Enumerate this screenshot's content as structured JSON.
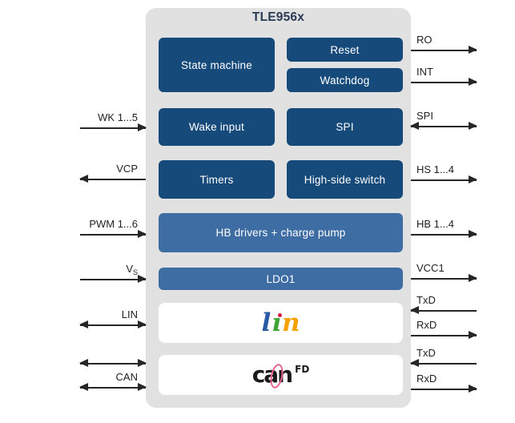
{
  "diagram": {
    "title": "TLE956x",
    "colors": {
      "chip_background": "#e2e1e1",
      "block_dark_blue": "#164a7b",
      "block_medium_blue": "#3e6da4",
      "block_text": "#ffffff",
      "title_text": "#2a3a55",
      "arrow_line": "#262626",
      "lin_logo_l": "#2b5aa5",
      "lin_logo_i": "#3fa535",
      "lin_logo_dot": "#d61a3c",
      "lin_logo_n": "#f5a200",
      "can_logo_text": "#1a1a1a",
      "can_logo_swirl": "#e8618c"
    },
    "blocks": [
      {
        "id": "state-machine",
        "label": "State machine",
        "variant": "dark"
      },
      {
        "id": "reset",
        "label": "Reset",
        "variant": "dark"
      },
      {
        "id": "watchdog",
        "label": "Watchdog",
        "variant": "dark"
      },
      {
        "id": "wake-input",
        "label": "Wake input",
        "variant": "dark"
      },
      {
        "id": "spi",
        "label": "SPI",
        "variant": "dark"
      },
      {
        "id": "timers",
        "label": "Timers",
        "variant": "dark"
      },
      {
        "id": "high-side-switch",
        "label": "High-side switch",
        "variant": "dark"
      },
      {
        "id": "hb-drivers",
        "label": "HB drivers + charge pump",
        "variant": "medium"
      },
      {
        "id": "ldo1",
        "label": "LDO1",
        "variant": "medium"
      }
    ],
    "logos": {
      "lin": {
        "letter_l": "l",
        "letter_i": "ı",
        "letter_n": "n",
        "name": "LIN"
      },
      "can": {
        "text": "can",
        "suffix": "FD",
        "name": "CAN FD"
      }
    },
    "left_ports": [
      {
        "label": "WK 1...5",
        "direction": "in"
      },
      {
        "label": "VCP",
        "direction": "out"
      },
      {
        "label": "PWM 1...6",
        "direction": "in"
      },
      {
        "label": "V",
        "subscript": "S",
        "direction": "in"
      },
      {
        "label": "LIN",
        "direction": "bidirectional"
      },
      {
        "label": "",
        "direction": "bidirectional"
      },
      {
        "label": "CAN",
        "direction": "bidirectional"
      }
    ],
    "right_ports": [
      {
        "label": "RO",
        "direction": "out"
      },
      {
        "label": "INT",
        "direction": "out"
      },
      {
        "label": "SPI",
        "direction": "bidirectional"
      },
      {
        "label": "HS 1...4",
        "direction": "out"
      },
      {
        "label": "HB 1...4",
        "direction": "out"
      },
      {
        "label": "VCC1",
        "direction": "out"
      },
      {
        "label": "TxD",
        "direction": "in"
      },
      {
        "label": "RxD",
        "direction": "out"
      },
      {
        "label": "TxD",
        "direction": "in"
      },
      {
        "label": "RxD",
        "direction": "out"
      }
    ]
  }
}
